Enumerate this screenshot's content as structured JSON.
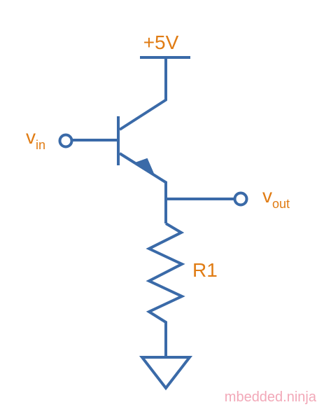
{
  "colors": {
    "wire": "#3a6aa8",
    "label": "#e07c14",
    "watermark": "#f2a8b8"
  },
  "labels": {
    "supply": "+5V",
    "vin_main": "v",
    "vin_sub": "in",
    "vout_main": "v",
    "vout_sub": "out",
    "resistor": "R1"
  },
  "icons": {
    "supply": "power-rail-symbol",
    "ground": "ground-symbol",
    "transistor": "npn-bjt-symbol",
    "resistor": "resistor-zigzag-symbol",
    "terminal": "open-circle-terminal"
  },
  "watermark": {
    "text": "mbedded.ninja"
  }
}
